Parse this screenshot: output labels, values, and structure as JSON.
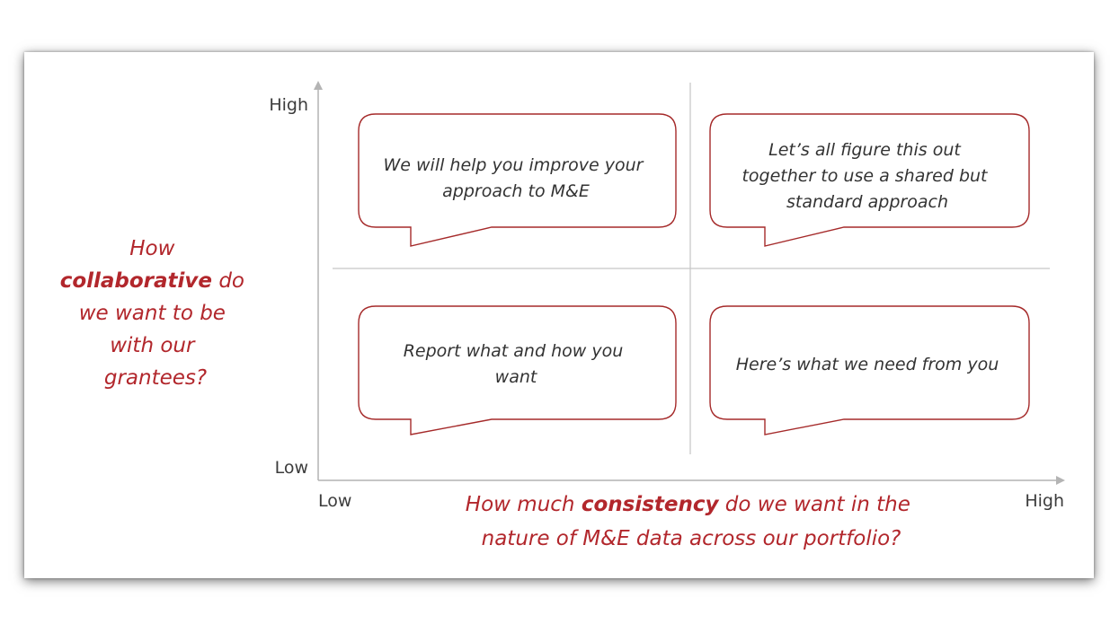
{
  "axes": {
    "y_high": "High",
    "y_low": "Low",
    "x_low": "Low",
    "x_high": "High"
  },
  "y_question": {
    "lines": [
      [
        {
          "t": "How",
          "b": false
        }
      ],
      [
        {
          "t": "collaborative",
          "b": true
        },
        {
          "t": " do",
          "b": false
        }
      ],
      [
        {
          "t": "we want to be",
          "b": false
        }
      ],
      [
        {
          "t": "with our",
          "b": false
        }
      ],
      [
        {
          "t": "grantees?",
          "b": false
        }
      ]
    ]
  },
  "x_question": {
    "lines": [
      [
        {
          "t": "How much ",
          "b": false
        },
        {
          "t": "consistency",
          "b": true
        },
        {
          "t": " do we want in the",
          "b": false
        }
      ],
      [
        {
          "t": "nature of M&E data across our portfolio?",
          "b": false
        }
      ]
    ]
  },
  "quadrants": {
    "top_left": [
      "We will help you improve your",
      "approach to M&E"
    ],
    "top_right": [
      "Let’s all figure this out",
      "together to use a shared but",
      "standard approach"
    ],
    "bottom_left": [
      "Report what and how you",
      "want"
    ],
    "bottom_right": [
      "Here’s what we need from you"
    ]
  },
  "colors": {
    "accent": "#b2272c",
    "bubble_border": "#a52a2a",
    "axis": "#b4b4b4",
    "grid": "#c8c8c8"
  }
}
